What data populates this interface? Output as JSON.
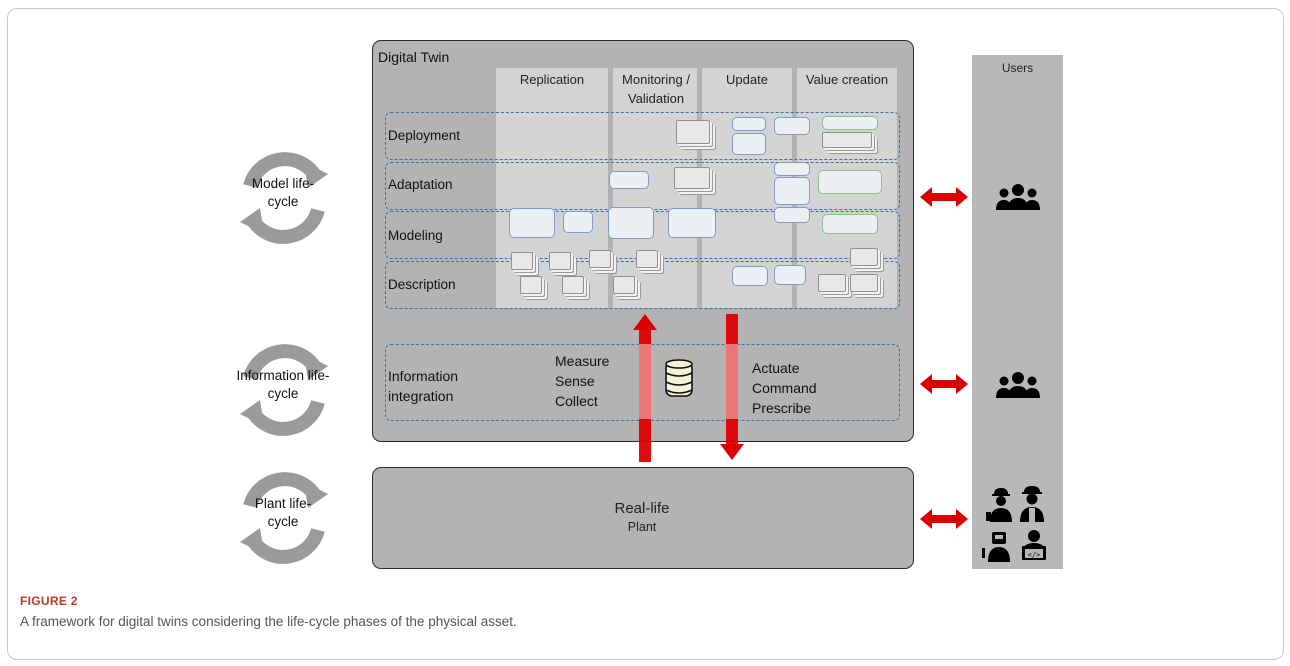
{
  "digital_twin": {
    "title": "Digital Twin",
    "columns": [
      "Replication",
      "Monitoring / Validation",
      "Update",
      "Value creation"
    ],
    "layers": [
      "Deployment",
      "Adaptation",
      "Modeling",
      "Description"
    ],
    "information": {
      "label": "Information integration",
      "measure": [
        "Measure",
        "Sense",
        "Collect"
      ],
      "actuate": [
        "Actuate",
        "Command",
        "Prescribe"
      ]
    }
  },
  "plant": {
    "title": "Real-life",
    "subtitle": "Plant"
  },
  "users": {
    "title": "Users"
  },
  "cycles": [
    {
      "label": "Model life-cycle"
    },
    {
      "label": "Information life-cycle"
    },
    {
      "label": "Plant life-cycle"
    }
  ],
  "caption": {
    "label": "FIGURE 2",
    "text": "A framework for digital twins considering the life-cycle phases of the physical asset."
  },
  "colors": {
    "arrow": "#dd0000",
    "layer_border": "#3a6fb0",
    "box_fill": "#b3b3b3",
    "cycle_arrows": "#9a9a9a",
    "caption_label": "#c0392b"
  },
  "icons": [
    "database-icon",
    "user-group-icon",
    "worker-icons",
    "cycle-arrows-icon"
  ]
}
